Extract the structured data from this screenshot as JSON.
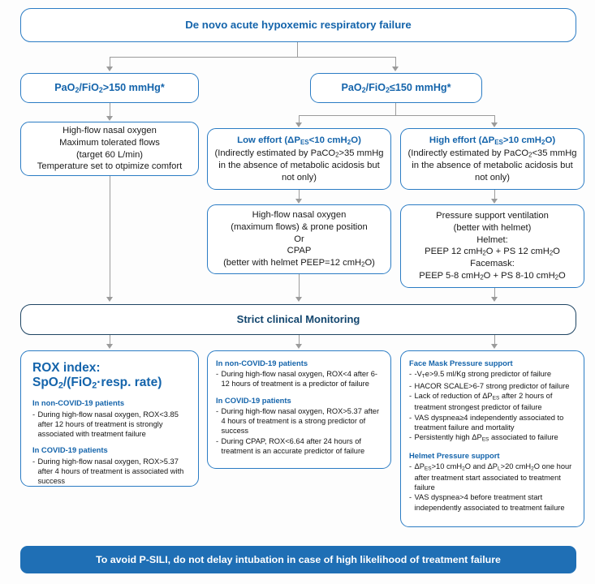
{
  "diagram": {
    "title": "De novo acute hypoxemic respiratory failure management flowchart",
    "colors": {
      "border_blue": "#2b7cc4",
      "border_navy": "#1f4563",
      "text_blue": "#1464ab",
      "banner_blue": "#1f6fb5",
      "connector_gray": "#9b9b9b",
      "body_text": "#141414"
    }
  },
  "nodes": {
    "root": {
      "label": "De novo acute hypoxemic respiratory failure"
    },
    "branch_left": {
      "label_parts": [
        "PaO",
        "2",
        "/FiO",
        "2",
        ">150 mmHg*"
      ]
    },
    "branch_right": {
      "label_parts": [
        "PaO",
        "2",
        "/FiO",
        "2",
        "≤150 mmHg*"
      ]
    },
    "hfno_box": {
      "lines": [
        "High-flow nasal oxygen",
        "Maximum tolerated flows",
        "(target 60 L/min)",
        "Temperature set to otpimize comfort"
      ]
    },
    "low_effort": {
      "header_parts": [
        "Low effort (ΔP",
        "ES",
        "<10 cmH",
        "2",
        "O)"
      ],
      "body_parts": [
        "(Indirectly estimated by PaCO",
        "2",
        ">35 mmHg in the absence of metabolic acidosis but not only)"
      ]
    },
    "high_effort": {
      "header_parts": [
        "High effort (ΔP",
        "ES",
        ">10 cmH",
        "2",
        "O)"
      ],
      "body_parts": [
        "(Indirectly estimated by PaCO",
        "2",
        "<35 mmHg in the absence of metabolic acidosis but not only)"
      ]
    },
    "low_effort_treatment": {
      "lines": [
        "High-flow nasal oxygen",
        "(maximum flows) & prone position",
        "Or",
        "CPAP"
      ],
      "last_line_parts": [
        "(better with helmet PEEP=12 cmH",
        "2",
        "O)"
      ]
    },
    "high_effort_treatment": {
      "lines": [
        "Pressure support ventilation",
        "(better with helmet)",
        "Helmet:"
      ],
      "helmet_parts": [
        "PEEP 12 cmH",
        "2",
        "O + PS 12 cmH",
        "2",
        "O"
      ],
      "facemask_label": "Facemask:",
      "facemask_parts": [
        "PEEP 5-8 cmH",
        "2",
        "O + PS 8-10 cmH",
        "2",
        "O"
      ]
    },
    "monitoring": {
      "label": "Strict clinical Monitoring"
    },
    "rox_index": {
      "title_parts": [
        "ROX index:",
        "SpO",
        "2",
        "/(FiO",
        "2",
        "·resp. rate)"
      ],
      "sections": [
        {
          "heading": "In non-COVID-19 patients",
          "items": [
            "During high-flow nasal oxygen, ROX<3.85 after 12 hours of treatment is strongly associated with treatment failure"
          ]
        },
        {
          "heading": "In COVID-19 patients",
          "items": [
            "During high-flow nasal oxygen, ROX>5.37 after 4 hours of treatment is associated with success"
          ]
        }
      ]
    },
    "middle_monitoring": {
      "sections": [
        {
          "heading": "In non-COVID-19 patients",
          "items": [
            "During high-flow nasal oxygen, ROX<4 after 6-12 hours of treatment is a predictor of failure"
          ]
        },
        {
          "heading": "In COVID-19 patients",
          "items": [
            "During high-flow nasal oxygen, ROX>5.37 after 4 hours of treatment is a strong predictor of success",
            "During CPAP, ROX<6.64 after 24 hours of treatment is an accurate predictor of failure"
          ]
        }
      ]
    },
    "right_monitoring": {
      "face_mask": {
        "heading": "Face Mask Pressure support",
        "items": [
          {
            "parts": [
              "-V",
              "T",
              "e>9.5 ml/Kg strong predictor of failure"
            ],
            "kind": "vt"
          },
          {
            "text": "HACOR SCALE>6-7 strong predictor of failure"
          },
          {
            "parts": [
              "Lack of reduction of ΔP",
              "ES",
              " after 2 hours of treatment strongest predictor of failure"
            ],
            "kind": "dpes"
          },
          {
            "text": "VAS dyspnea≥4 independently associated to treatment failure and mortality"
          },
          {
            "parts": [
              "Persistently high ΔP",
              "ES",
              " associated to failure"
            ],
            "kind": "dpes"
          }
        ]
      },
      "helmet": {
        "heading": "Helmet Pressure support",
        "items": [
          {
            "parts": [
              "ΔP",
              "ES",
              ">10 cmH",
              "2",
              "O and ΔP",
              "L",
              ">20 cmH",
              "2",
              "O one hour after treatment start associated to treatment failure"
            ],
            "kind": "complex"
          },
          {
            "text": "VAS dyspnea>4 before treatment start independently associated to treatment failure"
          }
        ]
      }
    },
    "footer_banner": {
      "label": "To avoid P-SILI, do not delay intubation in case of high likelihood of treatment failure"
    }
  }
}
